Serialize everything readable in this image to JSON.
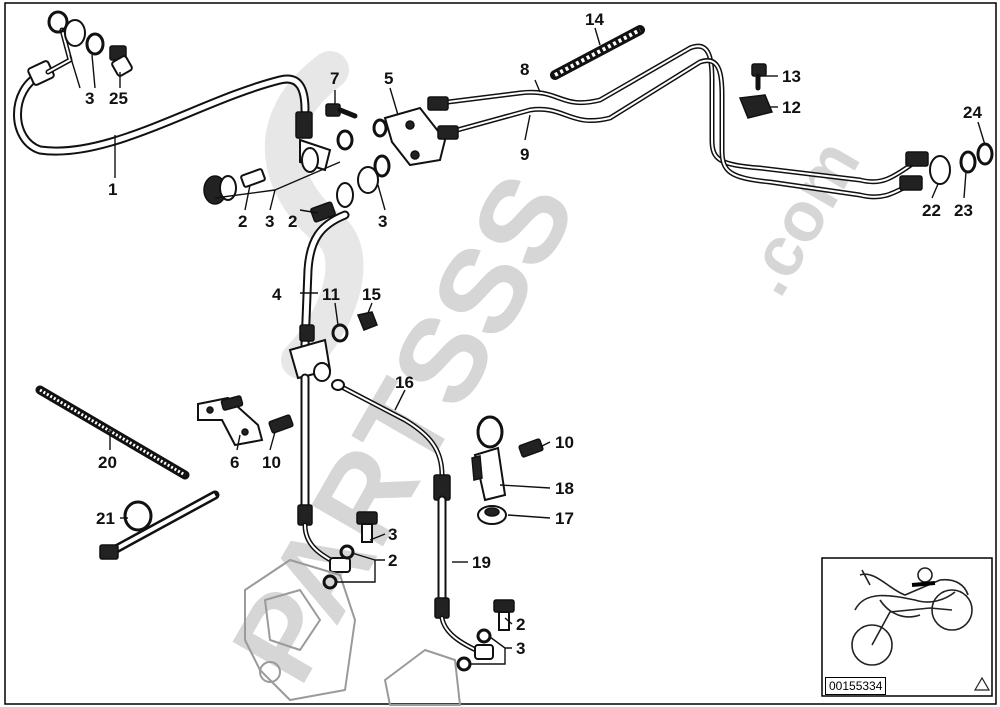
{
  "diagram": {
    "callouts": [
      {
        "id": "c1",
        "text": "1"
      },
      {
        "id": "c3a",
        "text": "3"
      },
      {
        "id": "c25",
        "text": "25"
      },
      {
        "id": "c7",
        "text": "7"
      },
      {
        "id": "c5",
        "text": "5"
      },
      {
        "id": "c14",
        "text": "14"
      },
      {
        "id": "c8",
        "text": "8"
      },
      {
        "id": "c9",
        "text": "9"
      },
      {
        "id": "c13",
        "text": "13"
      },
      {
        "id": "c12",
        "text": "12"
      },
      {
        "id": "c24",
        "text": "24"
      },
      {
        "id": "c22",
        "text": "22"
      },
      {
        "id": "c23",
        "text": "23"
      },
      {
        "id": "c2a",
        "text": "2"
      },
      {
        "id": "c3b",
        "text": "3"
      },
      {
        "id": "c2b",
        "text": "2"
      },
      {
        "id": "c3c",
        "text": "3"
      },
      {
        "id": "c4",
        "text": "4"
      },
      {
        "id": "c11",
        "text": "11"
      },
      {
        "id": "c15",
        "text": "15"
      },
      {
        "id": "c16",
        "text": "16"
      },
      {
        "id": "c20",
        "text": "20"
      },
      {
        "id": "c6",
        "text": "6"
      },
      {
        "id": "c10a",
        "text": "10"
      },
      {
        "id": "c10b",
        "text": "10"
      },
      {
        "id": "c18",
        "text": "18"
      },
      {
        "id": "c17",
        "text": "17"
      },
      {
        "id": "c21",
        "text": "21"
      },
      {
        "id": "c3d",
        "text": "3"
      },
      {
        "id": "c2c",
        "text": "2"
      },
      {
        "id": "c19",
        "text": "19"
      },
      {
        "id": "c2d",
        "text": "2"
      },
      {
        "id": "c3e",
        "text": "3"
      }
    ],
    "reference_code": "00155334",
    "watermark": "PARTSSS.com"
  }
}
